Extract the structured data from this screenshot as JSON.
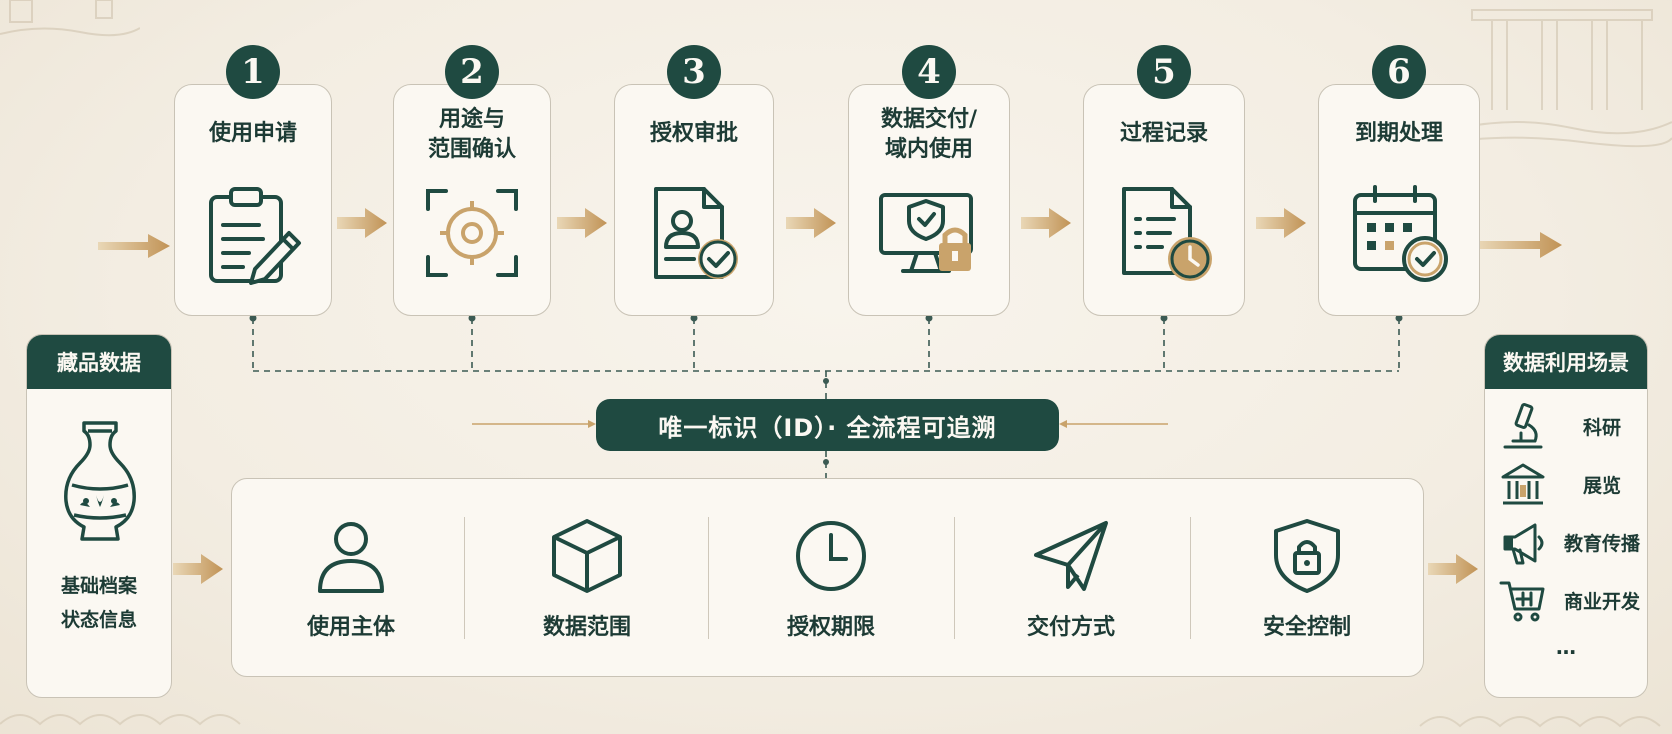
{
  "steps": [
    {
      "number": "1",
      "title": "使用申请",
      "icon": "clipboard-pen-icon"
    },
    {
      "number": "2",
      "title_line1": "用途与",
      "title_line2": "范围确认",
      "icon": "target-icon"
    },
    {
      "number": "3",
      "title": "授权审批",
      "icon": "approval-document-icon"
    },
    {
      "number": "4",
      "title_line1": "数据交付/",
      "title_line2": "域内使用",
      "icon": "secure-monitor-icon"
    },
    {
      "number": "5",
      "title": "过程记录",
      "icon": "log-clock-icon"
    },
    {
      "number": "6",
      "title": "到期处理",
      "icon": "calendar-check-icon"
    }
  ],
  "collection_data": {
    "title": "藏品数据",
    "line1": "基础档案",
    "line2": "状态信息",
    "icon": "vase-icon"
  },
  "id_bar": {
    "text": "唯一标识（ID）· 全流程可追溯"
  },
  "attributes": [
    {
      "label": "使用主体",
      "icon": "user-icon"
    },
    {
      "label": "数据范围",
      "icon": "cube-icon"
    },
    {
      "label": "授权期限",
      "icon": "clock-icon"
    },
    {
      "label": "交付方式",
      "icon": "paper-plane-icon"
    },
    {
      "label": "安全控制",
      "icon": "shield-lock-icon"
    }
  ],
  "scenarios": {
    "title": "数据利用场景",
    "items": [
      {
        "label": "科研",
        "icon": "microscope-icon"
      },
      {
        "label": "展览",
        "icon": "museum-icon"
      },
      {
        "label": "教育传播",
        "icon": "megaphone-icon"
      },
      {
        "label": "商业开发",
        "icon": "cart-icon"
      }
    ],
    "more": "…"
  },
  "colors": {
    "primary": "#1f4a41",
    "accent_gold": "#c9a36b",
    "card_bg": "#fbf8f2",
    "page_bg": "#f4efe5"
  }
}
